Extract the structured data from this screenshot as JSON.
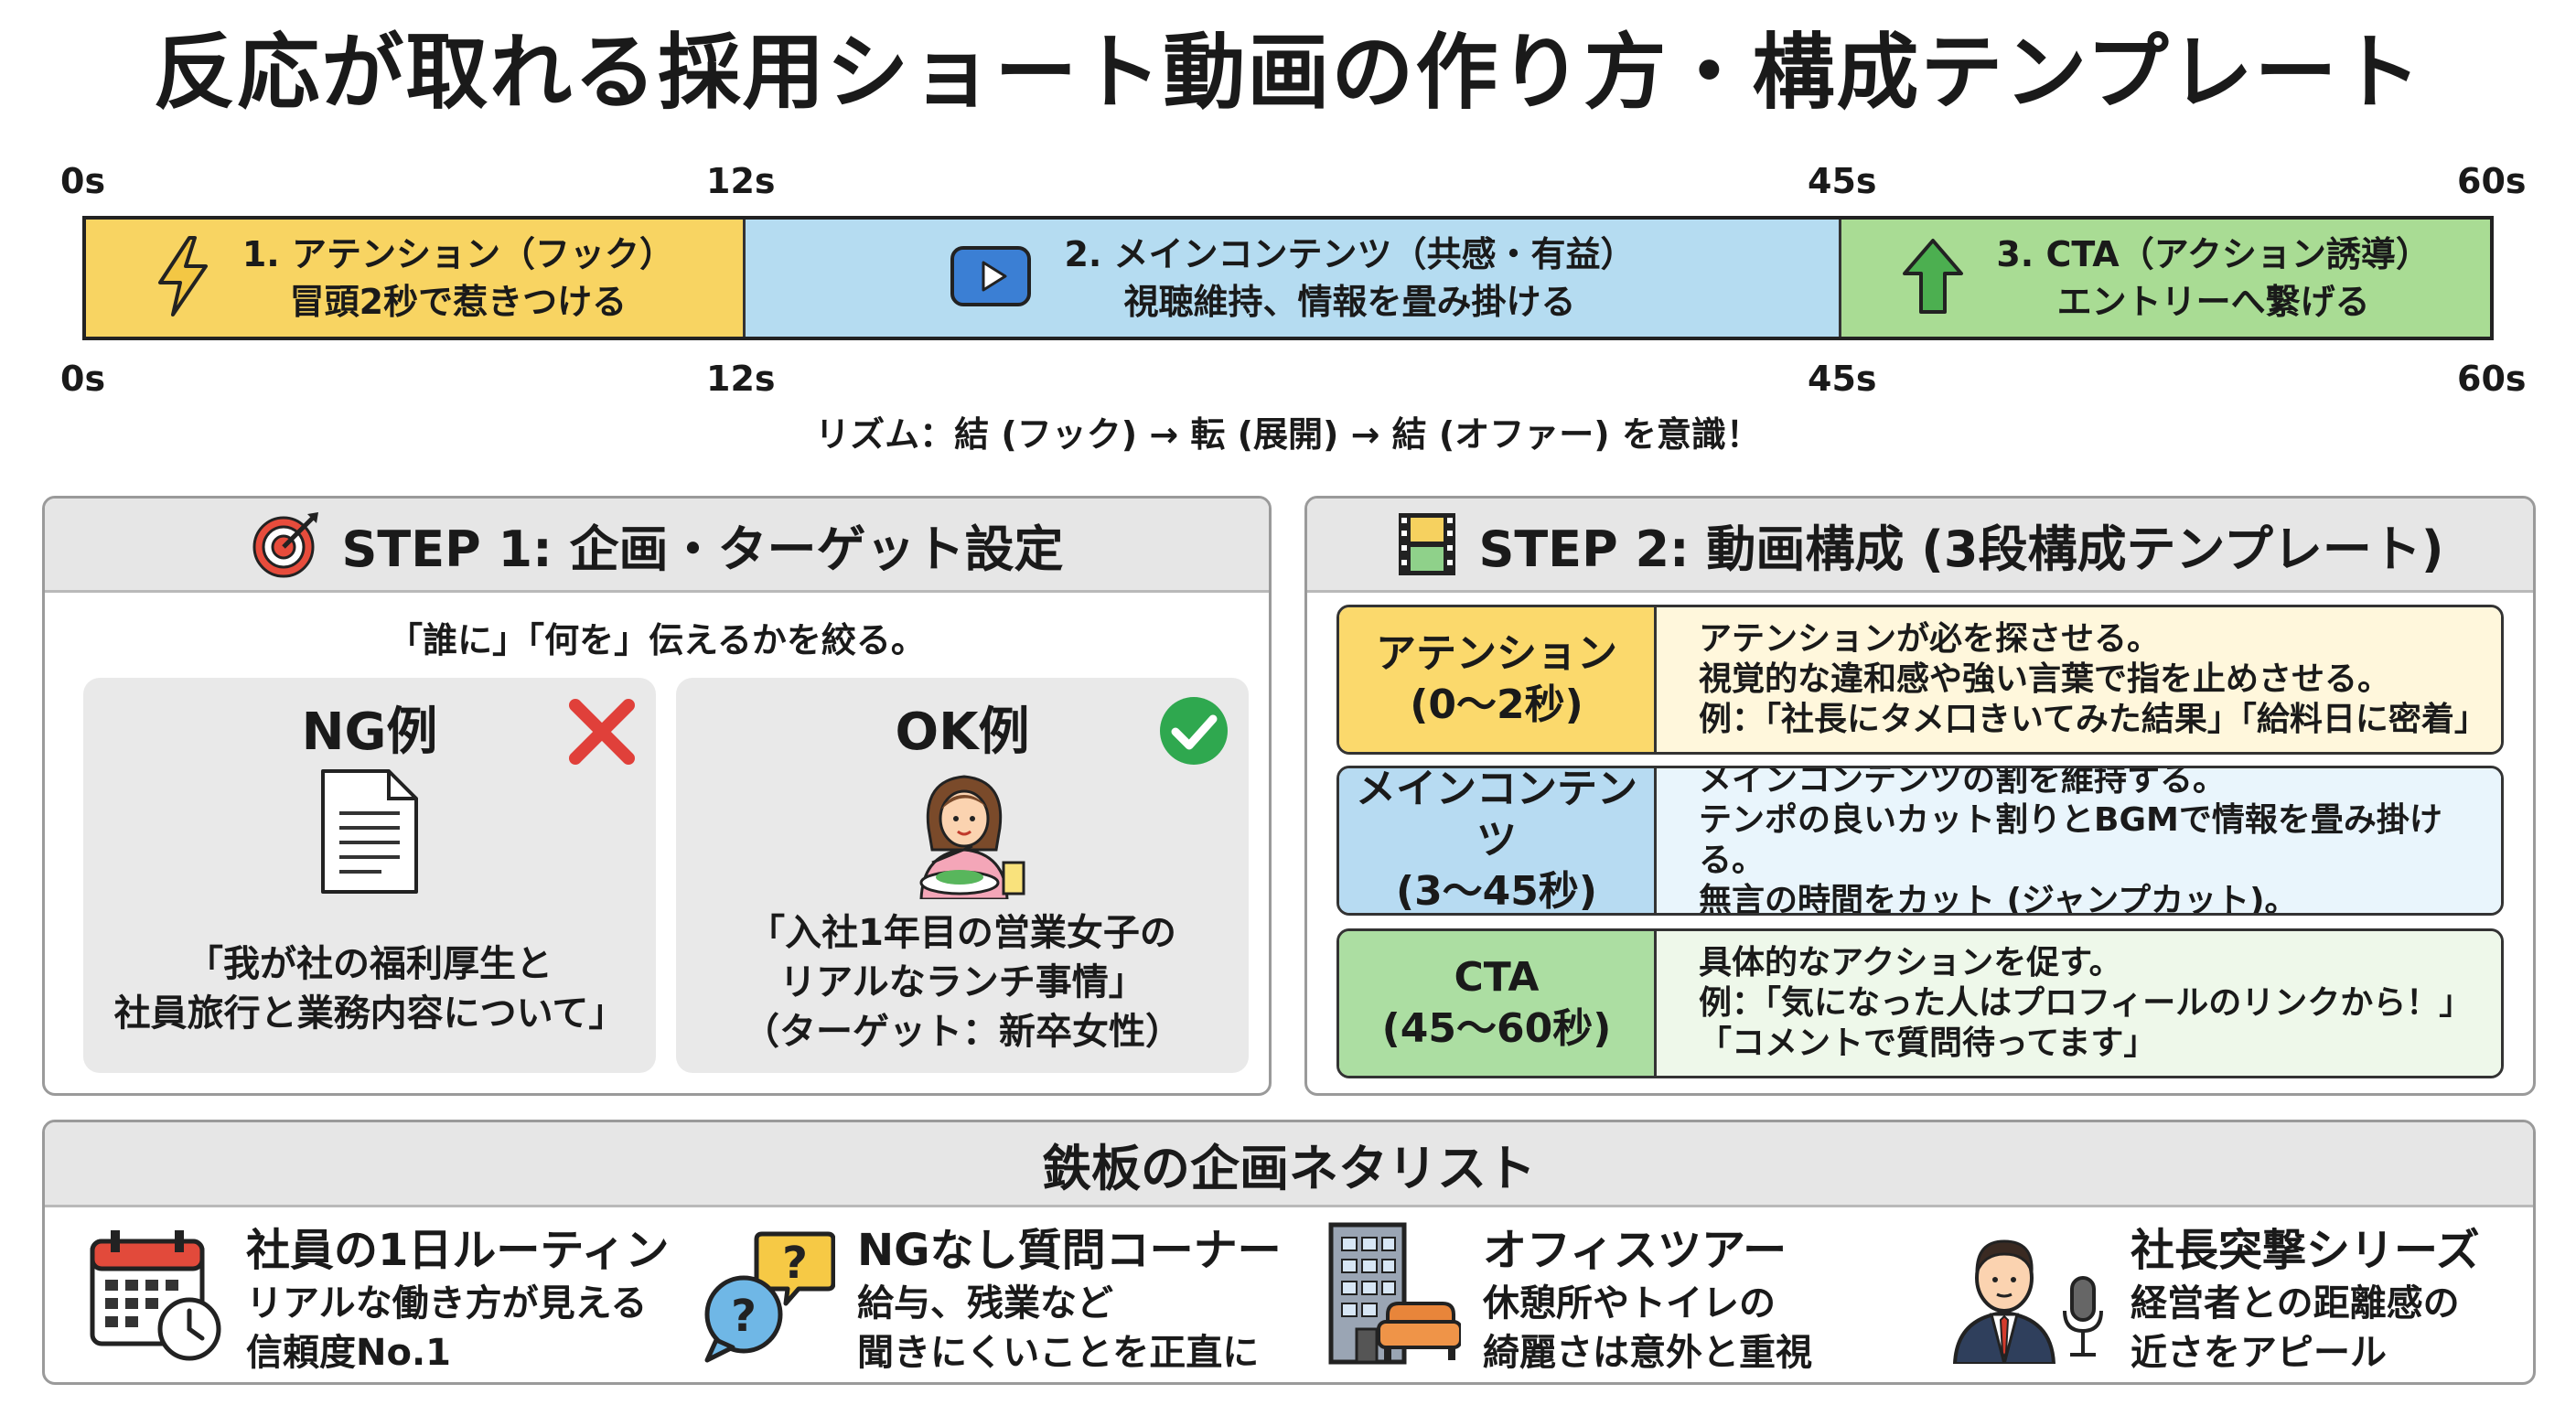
{
  "title": "反応が取れる採用ショート動画の作り方・構成テンプレート",
  "timeline": {
    "ticks_top": [
      "0s",
      "12s",
      "45s",
      "60s"
    ],
    "ticks_bottom": [
      "0s",
      "12s",
      "45s",
      "60s"
    ],
    "segments": [
      {
        "label": "1. アテンション（フック）",
        "desc": "冒頭2秒で惹きつける",
        "icon": "lightning-icon",
        "color": "#f8d462"
      },
      {
        "label": "2. メインコンテンツ（共感・有益）",
        "desc": "視聴維持、情報を畳み掛ける",
        "icon": "play-button-icon",
        "color": "#b5dcf1"
      },
      {
        "label": "3. CTA（アクション誘導）",
        "desc": "エントリーへ繋げる",
        "icon": "up-arrow-icon",
        "color": "#a9dc94"
      }
    ],
    "rhythm": "リズム：結 (フック) → 転 (展開) → 結 (オファー) を意識！"
  },
  "step1": {
    "title": "STEP 1: 企画・ターゲット設定",
    "icon": "target-icon",
    "subtitle": "「誰に」「何を」伝えるかを絞る。",
    "ng": {
      "title": "NG例",
      "icon": "document-icon",
      "mark": "red-x-icon",
      "lines": [
        "「我が社の福利厚生と",
        "社員旅行と業務内容について」"
      ]
    },
    "ok": {
      "title": "OK例",
      "icon": "woman-eating-lunch-icon",
      "mark": "green-check-icon",
      "lines": [
        "「入社1年目の営業女子の",
        "リアルなランチ事情」",
        "（ターゲット：新卒女性）"
      ]
    }
  },
  "step2": {
    "title": "STEP 2: 動画構成 (3段構成テンプレート)",
    "icon": "film-strip-icon",
    "rows": [
      {
        "name": "アテンション",
        "time": "(0〜2秒)",
        "color": "#fbd96c",
        "lines": [
          "アテンションが必を探させる。",
          "視覚的な違和感や強い言葉で指を止めさせる。",
          "例：「社長にタメ口きいてみた結果」「給料日に密着」"
        ]
      },
      {
        "name": "メインコンテンツ",
        "time": "(3〜45秒)",
        "color": "#b7dbf2",
        "lines": [
          "メインコンテンツの割を維持する。",
          "テンポの良いカット割りとBGMで情報を畳み掛ける。",
          "無言の時間をカット (ジャンプカット)。"
        ]
      },
      {
        "name": "CTA",
        "time": "(45〜60秒)",
        "color": "#acdea2",
        "lines": [
          "具体的なアクションを促す。",
          "例：「気になった人はプロフィールのリンクから！」",
          "「コメントで質問待ってます」"
        ]
      }
    ]
  },
  "ideas": {
    "title": "鉄板の企画ネタリスト",
    "items": [
      {
        "title": "社員の1日ルーティン",
        "lines": [
          "リアルな働き方が見える",
          "信頼度No.1"
        ],
        "icon": "calendar-clock-icon"
      },
      {
        "title": "NGなし質問コーナー",
        "lines": [
          "給与、残業など",
          "聞きにくいことを正直に"
        ],
        "icon": "question-bubbles-icon"
      },
      {
        "title": "オフィスツアー",
        "lines": [
          "休憩所やトイレの",
          "綺麗さは意外と重視"
        ],
        "icon": "office-building-sofa-icon"
      },
      {
        "title": "社長突撃シリーズ",
        "lines": [
          "経営者との距離感の",
          "近さをアピール"
        ],
        "icon": "ceo-microphone-icon"
      }
    ]
  }
}
